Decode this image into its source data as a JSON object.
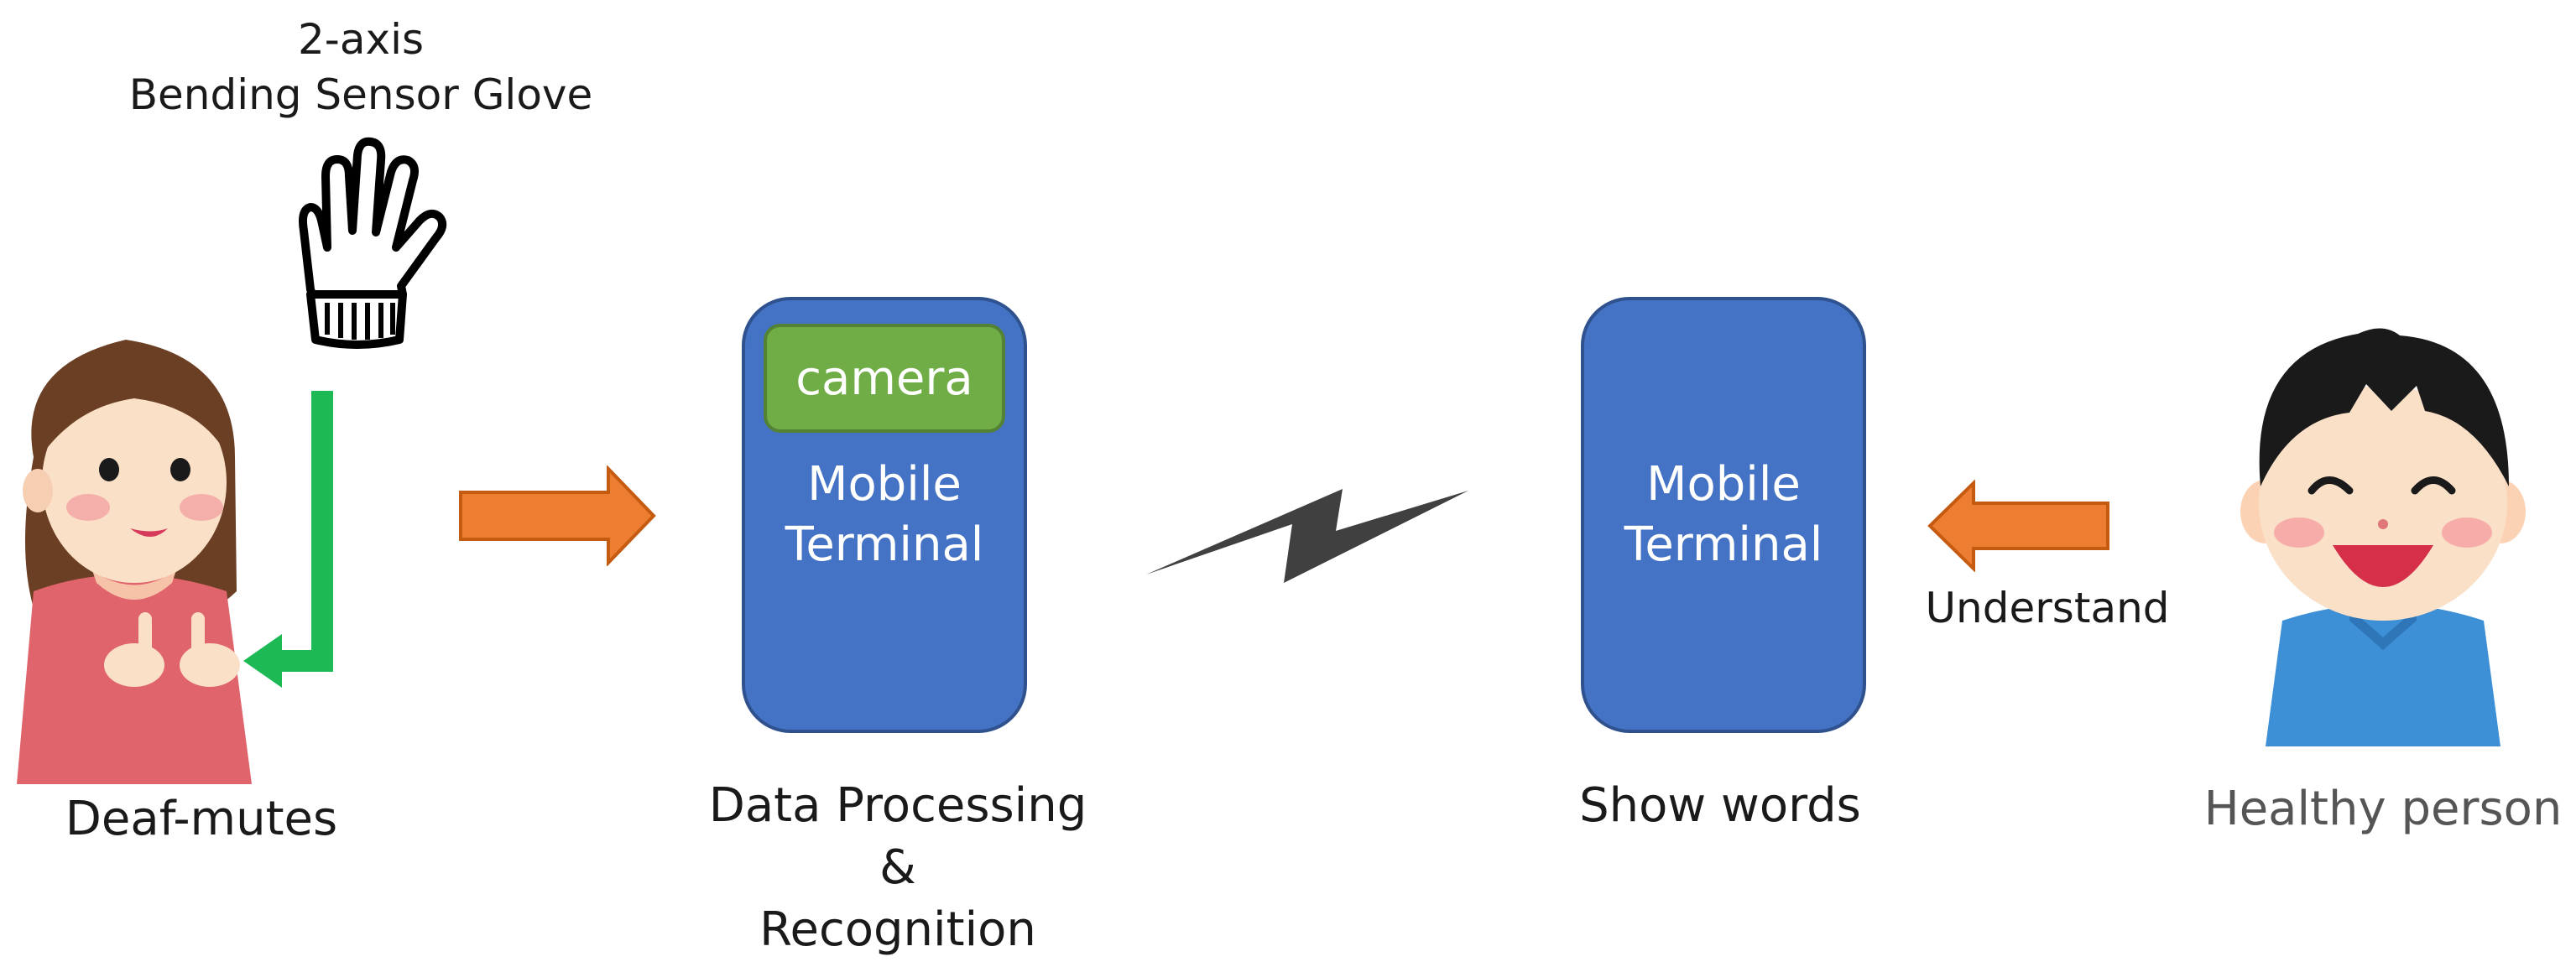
{
  "colors": {
    "terminal_fill": "#4472c4",
    "camera_fill": "#70ad47",
    "orange_arrow": "#ed7d31",
    "green_arrow": "#1db954",
    "lightning": "#404040"
  },
  "glove": {
    "title_line1": "2-axis",
    "title_line2": "Bending Sensor Glove",
    "icon": "glove-icon"
  },
  "deaf": {
    "label": "Deaf-mutes",
    "icon": "signing-woman-icon"
  },
  "terminal_left": {
    "camera": "camera",
    "line1": "Mobile",
    "line2": "Terminal"
  },
  "processing": {
    "line1": "Data Processing",
    "line2": "&",
    "line3": "Recognition"
  },
  "link": {
    "icon": "lightning-bolt-icon"
  },
  "terminal_right": {
    "line1": "Mobile",
    "line2": "Terminal"
  },
  "show": {
    "label": "Show words"
  },
  "understand": {
    "label": "Understand"
  },
  "healthy": {
    "label": "Healthy person",
    "icon": "smiling-boy-icon"
  }
}
